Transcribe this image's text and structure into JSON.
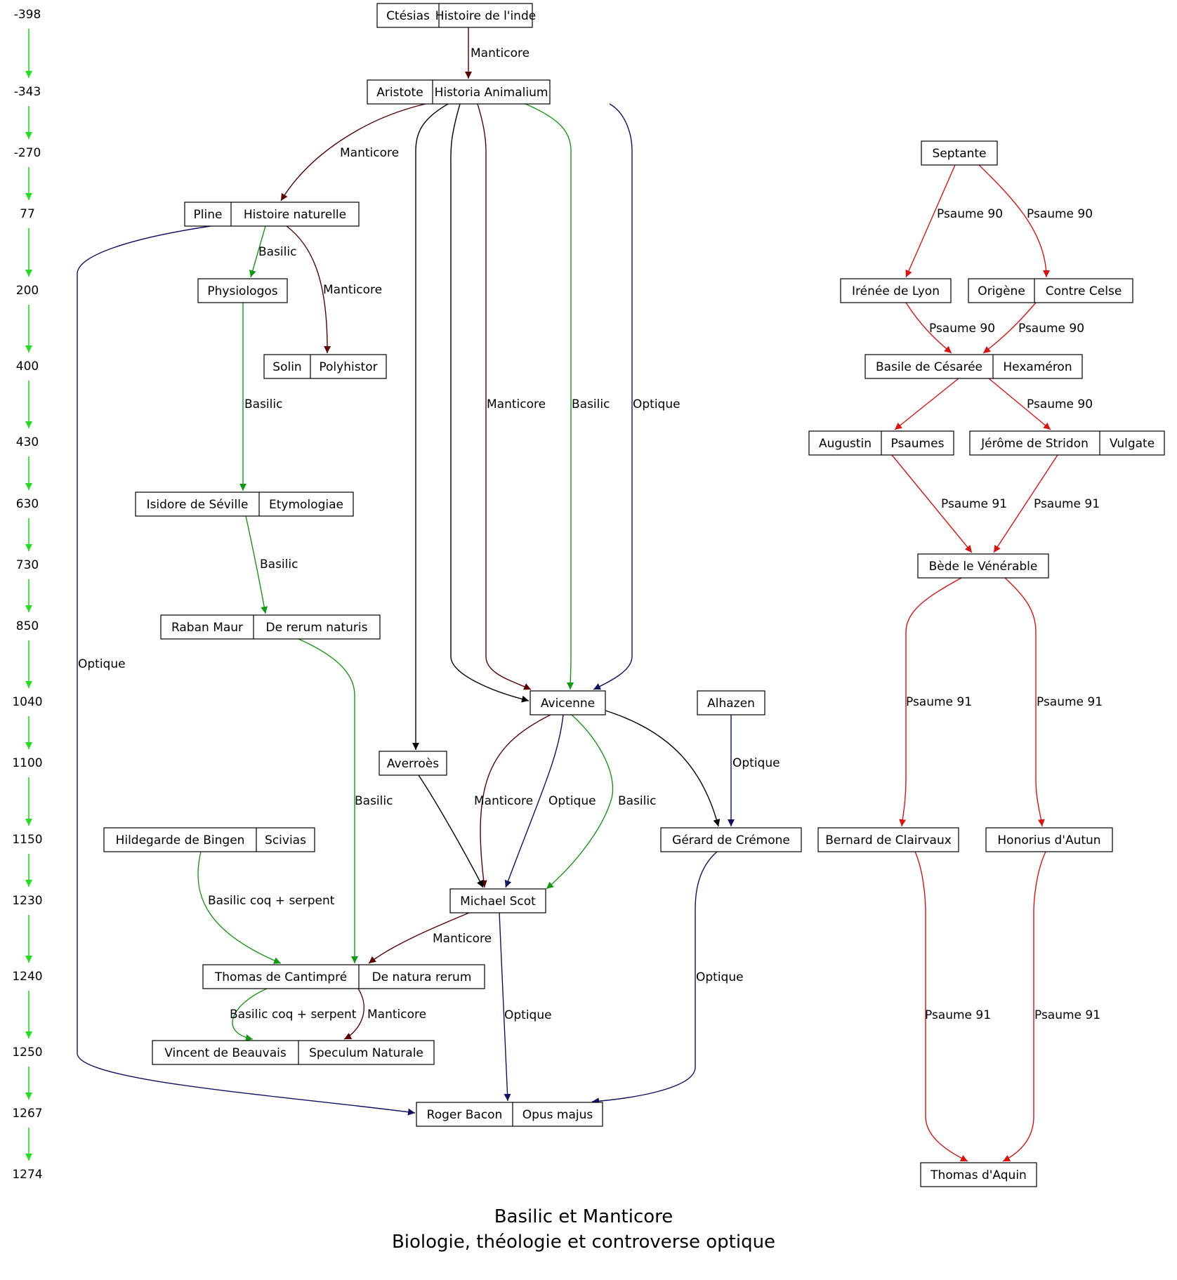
{
  "timeline": [
    "-398",
    "-343",
    "-270",
    "77",
    "200",
    "400",
    "430",
    "630",
    "730",
    "850",
    "1040",
    "1100",
    "1150",
    "1230",
    "1240",
    "1250",
    "1267",
    "1274"
  ],
  "title": "Basilic et Manticore",
  "subtitle": "Biologie, théologie et controverse optique",
  "colors": {
    "timeline": "#22dd22",
    "Manticore": "#5a0000",
    "Basilic": "#119911",
    "Optique": "#101060",
    "Psaume": "#dd1111",
    "plain": "#000000"
  },
  "nodes": {
    "ctesias": [
      "Ctésias",
      "Histoire de l'inde"
    ],
    "aristote": [
      "Aristote",
      "Historia Animalium"
    ],
    "pline": [
      "Pline",
      "Histoire naturelle"
    ],
    "physiologos": [
      "Physiologos"
    ],
    "solin": [
      "Solin",
      "Polyhistor"
    ],
    "isidore": [
      "Isidore de Séville",
      "Etymologiae"
    ],
    "raban": [
      "Raban Maur",
      "De rerum naturis"
    ],
    "avicenne": [
      "Avicenne"
    ],
    "alhazen": [
      "Alhazen"
    ],
    "averroes": [
      "Averroès"
    ],
    "hildegarde": [
      "Hildegarde de Bingen",
      "Scivias"
    ],
    "gerard": [
      "Gérard de Crémone"
    ],
    "michael": [
      "Michael Scot"
    ],
    "thomas_c": [
      "Thomas de Cantimpré",
      "De natura rerum"
    ],
    "vincent": [
      "Vincent de Beauvais",
      "Speculum Naturale"
    ],
    "roger": [
      "Roger Bacon",
      "Opus majus"
    ],
    "septante": [
      "Septante"
    ],
    "irenee": [
      "Irénée de Lyon"
    ],
    "origene": [
      "Origène",
      "Contre Celse"
    ],
    "basile": [
      "Basile de Césarée",
      "Hexaméron"
    ],
    "augustin": [
      "Augustin",
      "Psaumes"
    ],
    "jerome": [
      "Jérôme de Stridon",
      "Vulgate"
    ],
    "bede": [
      "Bède le Vénérable"
    ],
    "bernard": [
      "Bernard de Clairvaux"
    ],
    "honorius": [
      "Honorius d'Autun"
    ],
    "thomas_a": [
      "Thomas d'Aquin"
    ]
  },
  "edges": [
    {
      "from": "ctesias",
      "to": "aristote",
      "label": "Manticore",
      "kind": "Manticore"
    },
    {
      "from": "aristote",
      "to": "pline",
      "label": "Manticore",
      "kind": "Manticore"
    },
    {
      "from": "aristote",
      "to": "averroes",
      "label": "",
      "kind": "plain"
    },
    {
      "from": "aristote",
      "to": "avicenne",
      "label": "",
      "kind": "plain"
    },
    {
      "from": "aristote",
      "to": "avicenne",
      "label": "Manticore",
      "kind": "Manticore"
    },
    {
      "from": "aristote",
      "to": "avicenne",
      "label": "Basilic",
      "kind": "Basilic"
    },
    {
      "from": "aristote",
      "to": "avicenne",
      "label": "Optique",
      "kind": "Optique"
    },
    {
      "from": "pline",
      "to": "roger",
      "label": "Optique",
      "kind": "Optique"
    },
    {
      "from": "pline",
      "to": "physiologos",
      "label": "Basilic",
      "kind": "Basilic"
    },
    {
      "from": "pline",
      "to": "solin",
      "label": "Manticore",
      "kind": "Manticore"
    },
    {
      "from": "physiologos",
      "to": "isidore",
      "label": "Basilic",
      "kind": "Basilic"
    },
    {
      "from": "isidore",
      "to": "raban",
      "label": "Basilic",
      "kind": "Basilic"
    },
    {
      "from": "raban",
      "to": "thomas_c",
      "label": "Basilic",
      "kind": "Basilic"
    },
    {
      "from": "avicenne",
      "to": "michael",
      "label": "Manticore",
      "kind": "Manticore"
    },
    {
      "from": "avicenne",
      "to": "michael",
      "label": "Optique",
      "kind": "Optique"
    },
    {
      "from": "avicenne",
      "to": "michael",
      "label": "Basilic",
      "kind": "Basilic"
    },
    {
      "from": "avicenne",
      "to": "gerard",
      "label": "",
      "kind": "plain"
    },
    {
      "from": "alhazen",
      "to": "gerard",
      "label": "Optique",
      "kind": "Optique"
    },
    {
      "from": "averroes",
      "to": "michael",
      "label": "",
      "kind": "plain"
    },
    {
      "from": "hildegarde",
      "to": "thomas_c",
      "label": "Basilic coq + serpent",
      "kind": "Basilic"
    },
    {
      "from": "michael",
      "to": "thomas_c",
      "label": "Manticore",
      "kind": "Manticore"
    },
    {
      "from": "michael",
      "to": "roger",
      "label": "Optique",
      "kind": "Optique"
    },
    {
      "from": "gerard",
      "to": "roger",
      "label": "Optique",
      "kind": "Optique"
    },
    {
      "from": "thomas_c",
      "to": "vincent",
      "label": "Basilic coq + serpent",
      "kind": "Basilic"
    },
    {
      "from": "thomas_c",
      "to": "vincent",
      "label": "Manticore",
      "kind": "Manticore"
    },
    {
      "from": "septante",
      "to": "irenee",
      "label": "Psaume 90",
      "kind": "Psaume"
    },
    {
      "from": "septante",
      "to": "origene",
      "label": "Psaume 90",
      "kind": "Psaume"
    },
    {
      "from": "irenee",
      "to": "basile",
      "label": "Psaume 90",
      "kind": "Psaume"
    },
    {
      "from": "origene",
      "to": "basile",
      "label": "Psaume 90",
      "kind": "Psaume"
    },
    {
      "from": "basile",
      "to": "augustin",
      "label": "",
      "kind": "Psaume"
    },
    {
      "from": "basile",
      "to": "jerome",
      "label": "Psaume 90",
      "kind": "Psaume"
    },
    {
      "from": "augustin",
      "to": "bede",
      "label": "Psaume 91",
      "kind": "Psaume"
    },
    {
      "from": "jerome",
      "to": "bede",
      "label": "Psaume 91",
      "kind": "Psaume"
    },
    {
      "from": "bede",
      "to": "bernard",
      "label": "Psaume 91",
      "kind": "Psaume"
    },
    {
      "from": "bede",
      "to": "honorius",
      "label": "Psaume 91",
      "kind": "Psaume"
    },
    {
      "from": "bernard",
      "to": "thomas_a",
      "label": "Psaume 91",
      "kind": "Psaume"
    },
    {
      "from": "honorius",
      "to": "thomas_a",
      "label": "Psaume 91",
      "kind": "Psaume"
    }
  ]
}
